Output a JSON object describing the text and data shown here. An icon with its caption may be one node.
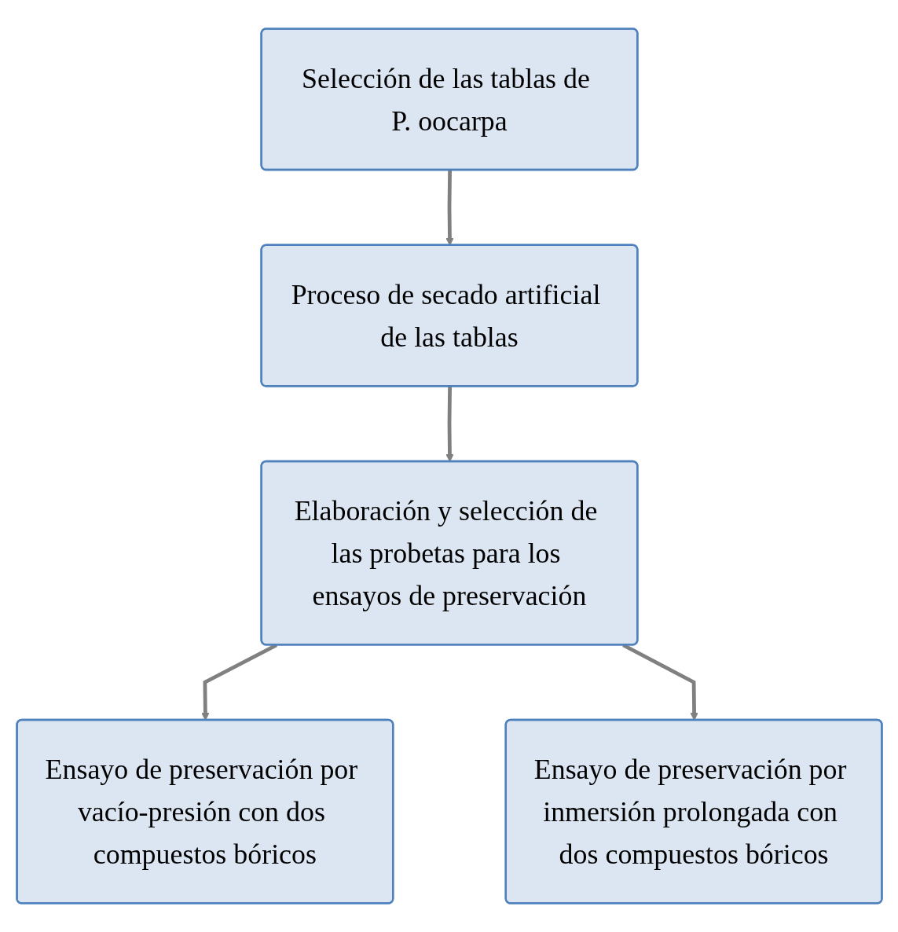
{
  "diagram": {
    "nodes": [
      {
        "text": [
          "Selección de las tablas de P. oocarpa"
        ]
      },
      {
        "text": [
          "Proceso de secado artificial de las tablas"
        ]
      },
      {
        "text": [
          "Elaboración y selección de las probetas para los ensayos de preservación"
        ]
      },
      {
        "text": [
          "Ensayo de preservación por vacío-presión con dos compuestos bóricos"
        ]
      },
      {
        "text": [
          "Ensayo de preservación por inmersión prolongada con dos compuestos bóricos"
        ]
      }
    ],
    "edges": [
      {
        "from": 0,
        "to": 1,
        "arrow": "to"
      },
      {
        "from": 1,
        "to": 2,
        "arrow": "to"
      },
      {
        "from": 2,
        "to": 3,
        "arrow": "to"
      },
      {
        "from": 2,
        "to": 4,
        "arrow": "to"
      }
    ]
  }
}
